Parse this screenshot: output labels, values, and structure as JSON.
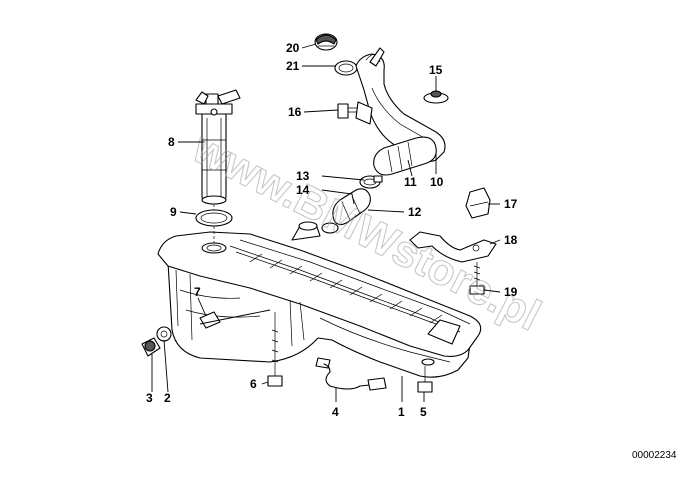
{
  "diagram": {
    "watermark": "www.BMWstore.pl",
    "reference_number": "00002234",
    "labels": {
      "p1": "1",
      "p2": "2",
      "p3": "3",
      "p4": "4",
      "p5": "5",
      "p6": "6",
      "p7": "7",
      "p8": "8",
      "p9": "9",
      "p10": "10",
      "p11": "11",
      "p12": "12",
      "p13": "13",
      "p14": "14",
      "p15": "15",
      "p16": "16",
      "p17": "17",
      "p18": "18",
      "p19": "19",
      "p20": "20",
      "p21": "21"
    }
  }
}
